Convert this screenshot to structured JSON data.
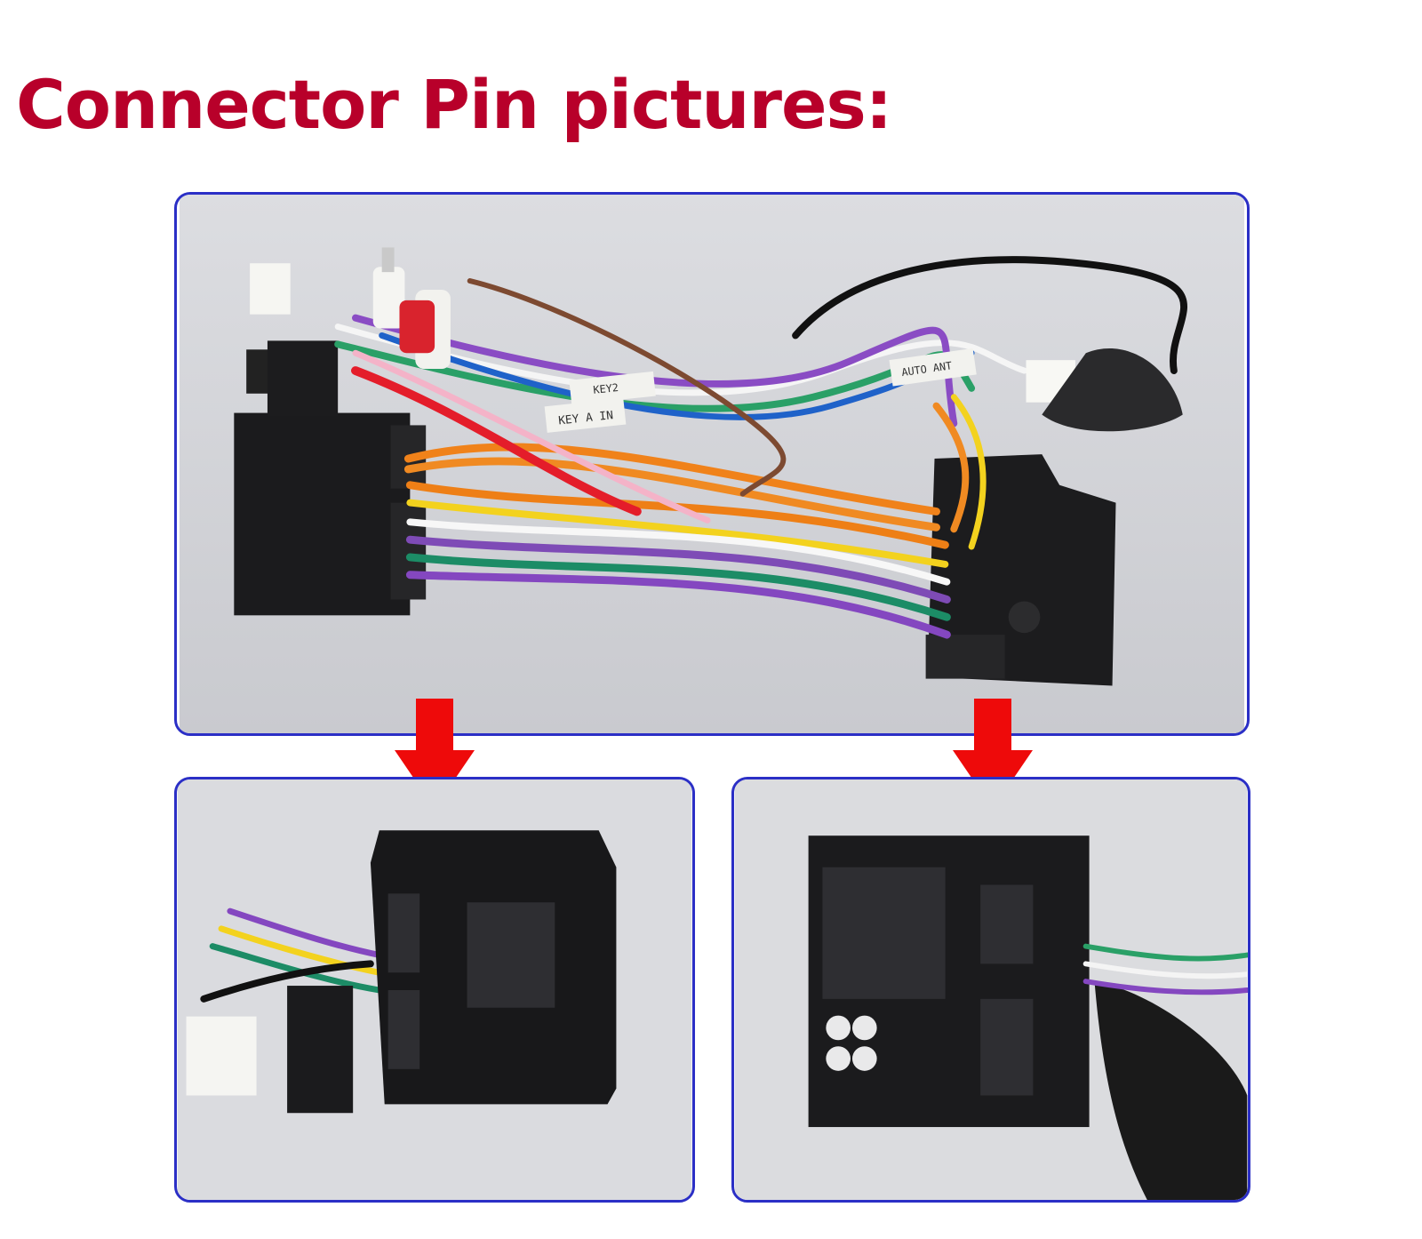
{
  "page_title": "Connector Pin pictures:",
  "colors": {
    "title": "#b8002a",
    "frame_border": "#2b2fc6",
    "arrow": "#ee0a0a",
    "photo_background": "#d6d7db",
    "connector": "#1b1b1d"
  },
  "wire_labels": {
    "label_a": "AUTO ANT",
    "label_b": "KEY2",
    "label_c": "KEY A IN"
  },
  "photos": [
    {
      "name": "wiring-harness-overview"
    },
    {
      "name": "quadlock-connector-closeup"
    },
    {
      "name": "vehicle-connector-closeup"
    }
  ]
}
